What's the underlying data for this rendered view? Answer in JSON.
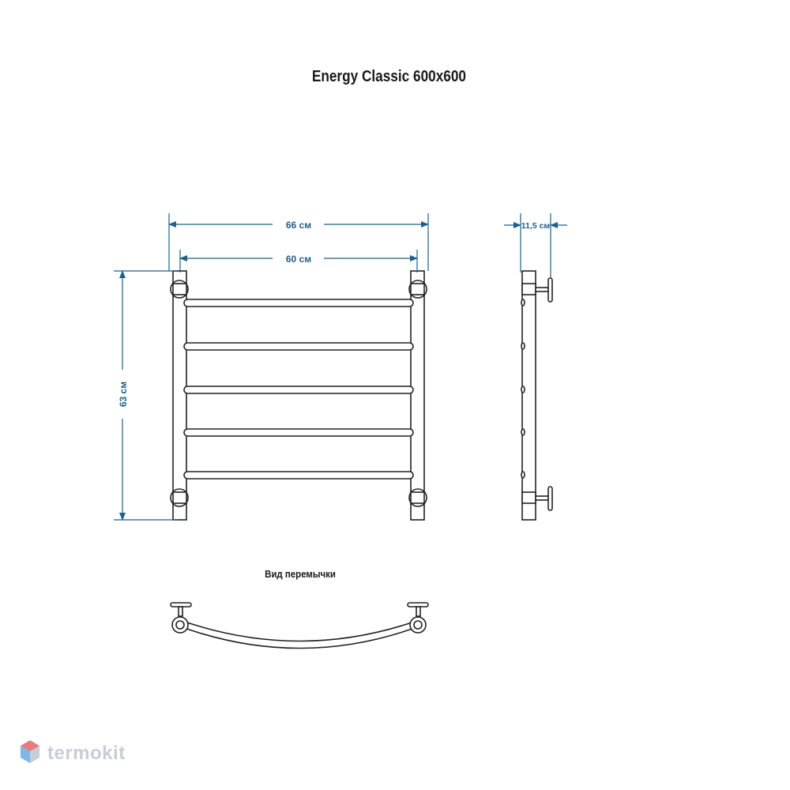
{
  "diagram": {
    "title": "Energy Classic 600x600",
    "dimensions": {
      "total_width": "66 см",
      "inner_width": "60 см",
      "height": "63 см",
      "depth": "11,5 см"
    },
    "lintel_view_label": "Вид перемычки",
    "rung_count": 5
  },
  "brand": {
    "logo_text": "termokit",
    "logo_icon": "hexagon-cube-icon",
    "logo_colors": [
      "#e87a7f",
      "#7fb6e6",
      "#c7cdd6"
    ]
  },
  "colors": {
    "dimension": "#1f5f88",
    "outline": "#222222"
  }
}
